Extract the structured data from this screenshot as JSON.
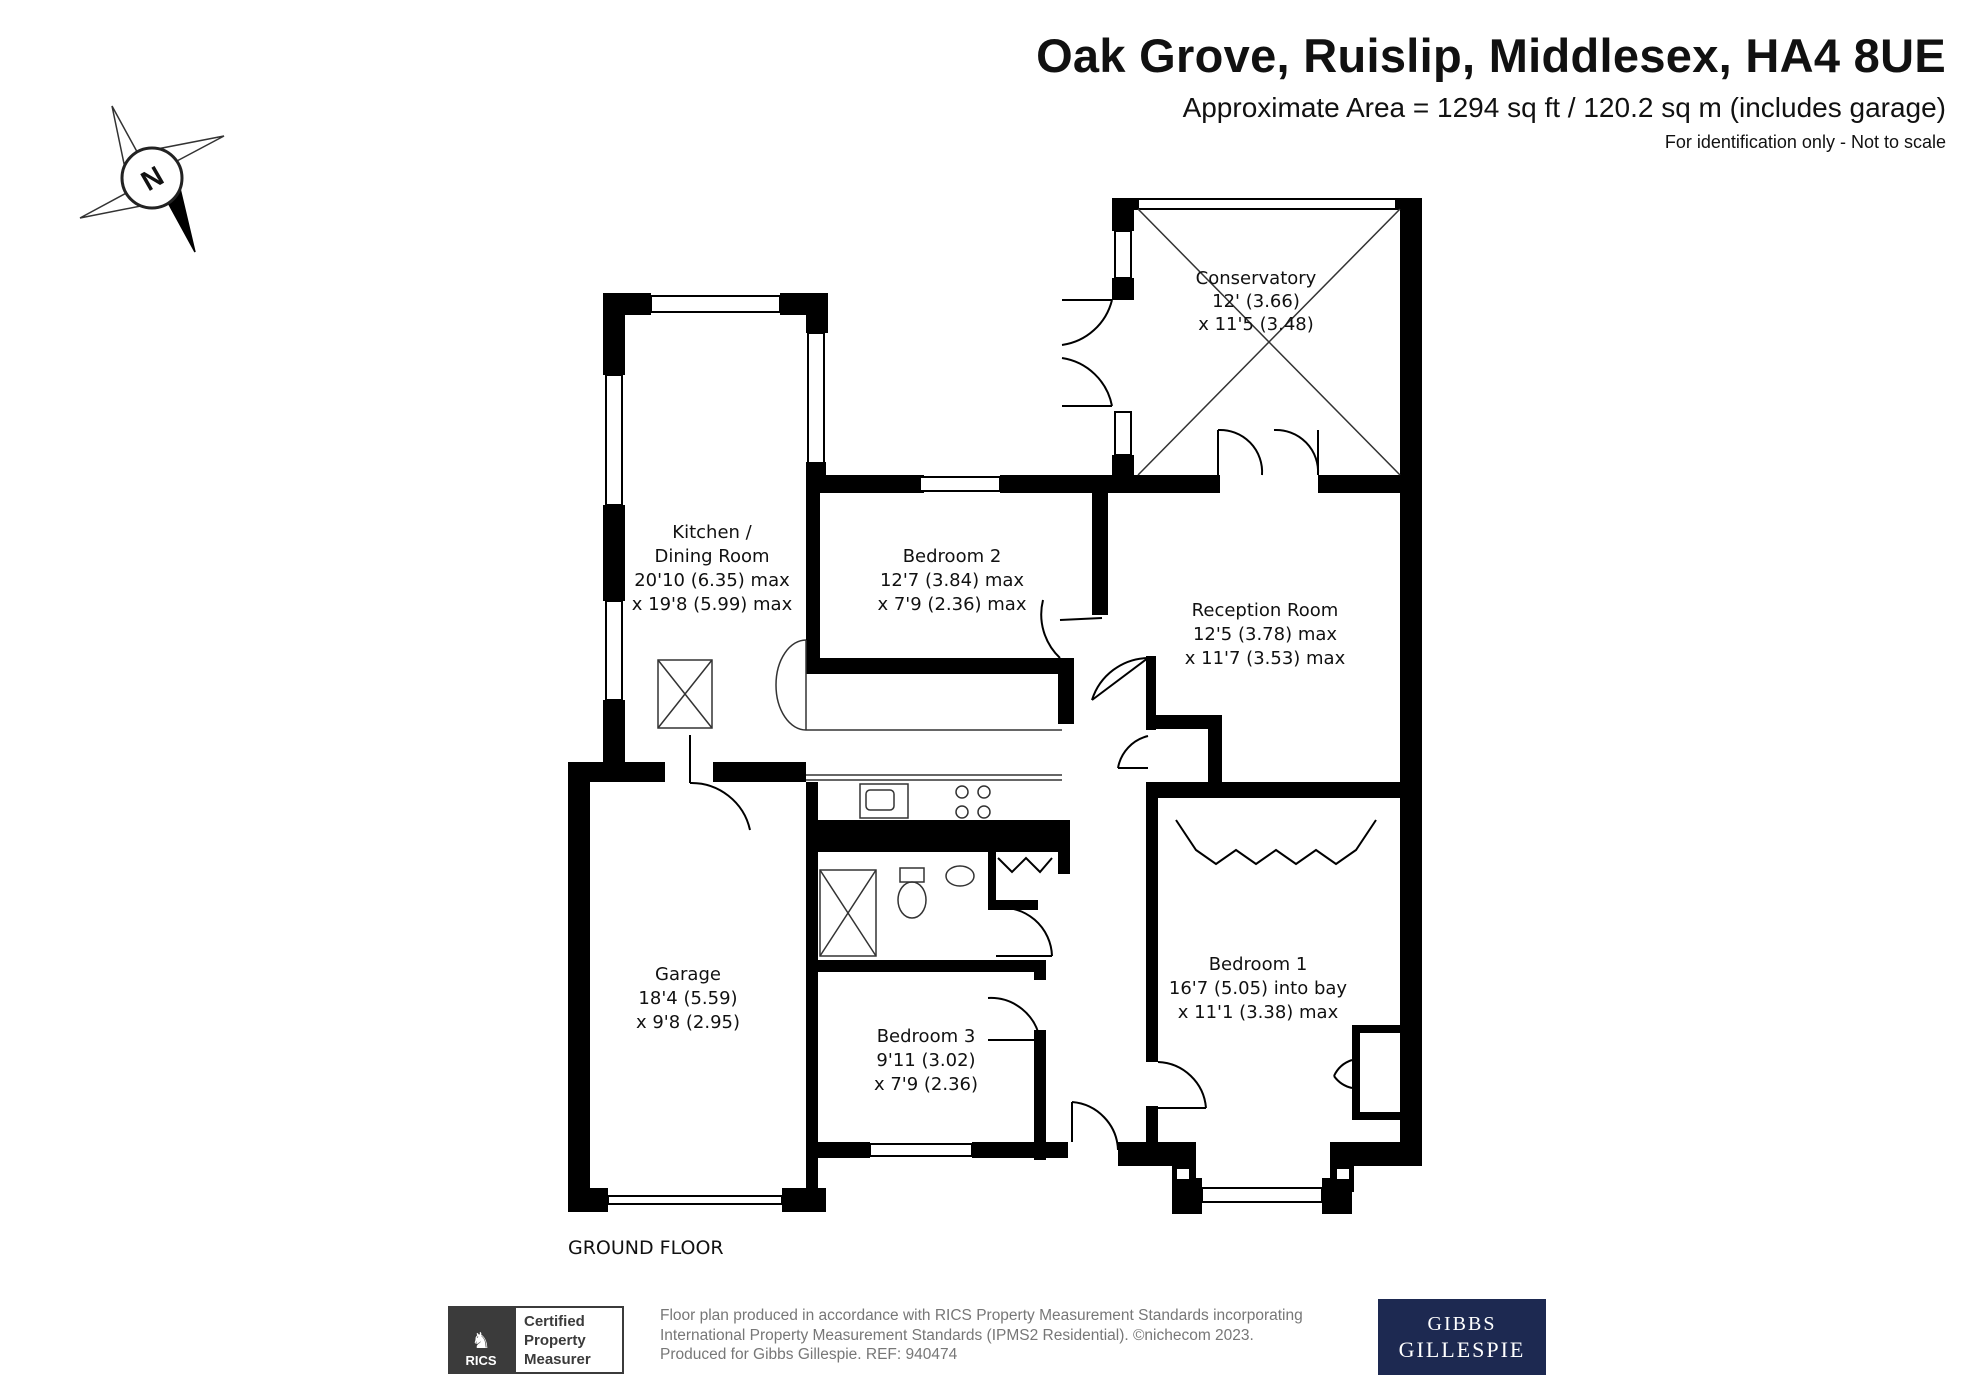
{
  "header": {
    "title": "Oak Grove, Ruislip, Middlesex, HA4 8UE",
    "area": "Approximate Area = 1294 sq ft / 120.2 sq m (includes garage)",
    "disclaimer": "For identification only - Not to scale"
  },
  "compass": {
    "letter": "N"
  },
  "rooms": {
    "conservatory": {
      "name": "Conservatory",
      "dim1": "12' (3.66)",
      "dim2": "x 11'5 (3.48)"
    },
    "kitchen": {
      "name1": "Kitchen /",
      "name2": "Dining Room",
      "dim1": "20'10 (6.35) max",
      "dim2": "x 19'8 (5.99) max"
    },
    "bedroom2": {
      "name": "Bedroom 2",
      "dim1": "12'7 (3.84) max",
      "dim2": "x 7'9 (2.36) max"
    },
    "reception": {
      "name": "Reception Room",
      "dim1": "12'5 (3.78) max",
      "dim2": "x 11'7 (3.53) max"
    },
    "garage": {
      "name": "Garage",
      "dim1": "18'4 (5.59)",
      "dim2": "x 9'8 (2.95)"
    },
    "bedroom1": {
      "name": "Bedroom 1",
      "dim1": "16'7 (5.05) into bay",
      "dim2": "x 11'1 (3.38) max"
    },
    "bedroom3": {
      "name": "Bedroom 3",
      "dim1": "9'11 (3.02)",
      "dim2": "x 7'9 (2.36)"
    }
  },
  "floor_label": "GROUND FLOOR",
  "footer": {
    "rics_short": "RICS",
    "rics_cert_line1": "Certified",
    "rics_cert_line2": "Property",
    "rics_cert_line3": "Measurer",
    "line1": "Floor plan produced in accordance with RICS Property Measurement Standards incorporating",
    "line2": "International Property Measurement Standards (IPMS2 Residential).  ©nichecom 2023.",
    "line3": "Produced for Gibbs Gillespie.   REF:  940474",
    "agent_line1": "GIBBS",
    "agent_line2": "GILLESPIE"
  },
  "colors": {
    "wall": "#000000",
    "agent_brand": "#1d2951",
    "rics_grey": "#3b3b3b"
  }
}
